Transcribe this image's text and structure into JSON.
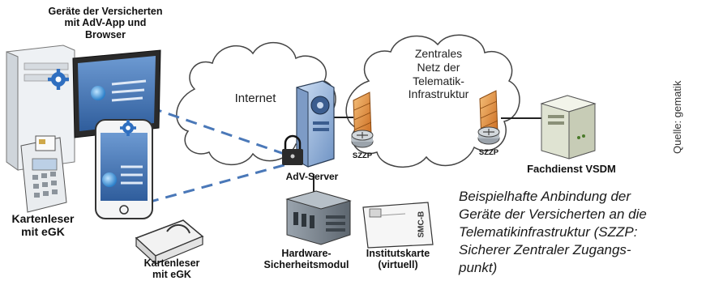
{
  "devices": {
    "title": "Geräte der Versicherten mit AdV-App und Browser",
    "title_lines": [
      "Geräte der Versicherten",
      "mit AdV-App und",
      "Browser"
    ],
    "card_reader_left": [
      "Kartenleser",
      "mit eGK"
    ],
    "card_reader_bottom": [
      "Kartenleser",
      "mit eGK"
    ]
  },
  "network": {
    "internet": "Internet",
    "ti_lines": [
      "Zentrales",
      "Netz der",
      "Telematik-",
      "Infrastruktur"
    ]
  },
  "nodes": {
    "adv_server": "AdV-Server",
    "szzp_left": "SZZP",
    "szzp_right": "SZZP",
    "fachdienst": "Fachdienst VSDM",
    "hsm_lines": [
      "Hardware-",
      "Sicherheitsmodul"
    ],
    "institutskarte_lines": [
      "Institutskarte",
      "(virtuell)"
    ],
    "smcb": "SMC-B"
  },
  "caption_lines": [
    "Beispielhafte Anbindung der",
    "Geräte der Versicherten an die",
    "Telematikinfrastruktur (SZZP:",
    "Sicherer Zentraler Zugangs-",
    "punkt)"
  ],
  "source": "Quelle: gematik",
  "colors": {
    "link_dashed": "#4a78b8",
    "screen_blue": "#3f6fb0",
    "gear_blue": "#2f6fc0",
    "firewall": "#e08a2c",
    "server_gray": "#7d8791"
  }
}
